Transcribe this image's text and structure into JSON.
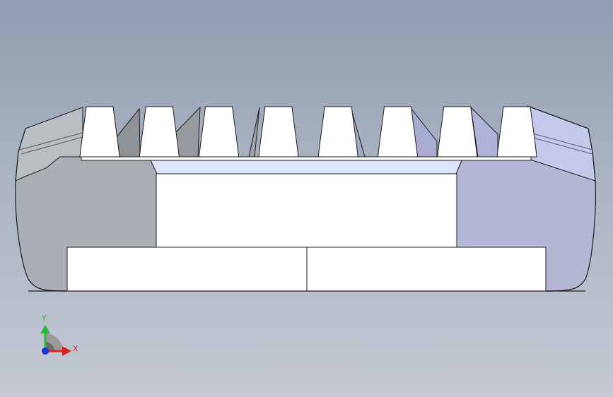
{
  "viewport": {
    "background_top": "#8f9db0",
    "background_bottom": "#c4c9d2"
  },
  "model": {
    "part": "gear-rack",
    "tooth_count": 8,
    "colors": {
      "left_face": "#a9afb4",
      "right_face": "#b4b8d6",
      "white_face": "#ffffff",
      "edge": "#1c1c1c",
      "channel_highlight": "#dde4fb"
    }
  },
  "triad": {
    "y_label": "Y",
    "x_label": "X",
    "y_color": "#22bb33",
    "x_color": "#dd2222",
    "z_color": "#1a33dd"
  }
}
